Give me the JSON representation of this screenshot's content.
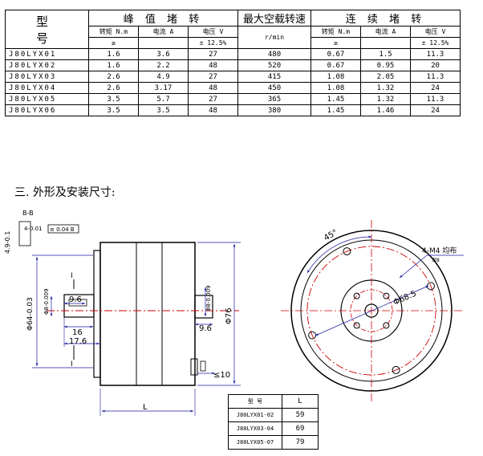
{
  "spec_table": {
    "model_header": "型 号",
    "groups": [
      "峰 值 堵 转",
      "最大空载转速",
      "连 续 堵 转"
    ],
    "sub_headers": [
      "转矩 N.m",
      "电流 A",
      "电压 V",
      "r/min",
      "转矩 N.m",
      "电流 A",
      "电压 V"
    ],
    "limits": [
      "≥",
      "",
      "± 12.5%",
      "",
      "≥",
      "",
      "± 12.5%"
    ],
    "rows": [
      [
        "J80LYX01",
        "1.6",
        "3.6",
        "27",
        "480",
        "0.67",
        "1.5",
        "11.3"
      ],
      [
        "J80LYX02",
        "1.6",
        "2.2",
        "48",
        "520",
        "0.67",
        "0.95",
        "20"
      ],
      [
        "J80LYX03",
        "2.6",
        "4.9",
        "27",
        "415",
        "1.08",
        "2.05",
        "11.3"
      ],
      [
        "J80LYX04",
        "2.6",
        "3.17",
        "48",
        "450",
        "1.08",
        "1.32",
        "24"
      ],
      [
        "J80LYX05",
        "3.5",
        "5.7",
        "27",
        "365",
        "1.45",
        "1.32",
        "11.3"
      ],
      [
        "J80LYX06",
        "3.5",
        "3.5",
        "48",
        "380",
        "1.45",
        "1.46",
        "24"
      ]
    ]
  },
  "section_title": "三. 外形及安装尺寸:",
  "side_view": {
    "section_label": "B-B",
    "keyway_width": "4-0.01",
    "keyway_depth": "4.9-0.1",
    "tolerance_box": "≡ 0.04 B",
    "pilot_diameter": "Φ64-0.03",
    "shaft_diameter": "Φ8-0.009",
    "shaft_diameter_right": "Φ8-0.009",
    "dim_9_6_left": "9.6",
    "dim_16": "16",
    "dim_17_6": "17.6",
    "dim_9_6_right": "9.6",
    "dim_76": "Φ76",
    "dim_10": "≤10",
    "dim_L": "L",
    "marker_top": "I",
    "marker_bottom": "I"
  },
  "front_view": {
    "angle_label": "45°",
    "holes_label": "4-M4 均布",
    "holes_sublabel": "深8",
    "circle_diameter": "Φ68.5"
  },
  "length_table": {
    "header_model": "型 号",
    "header_value": "L",
    "rows": [
      [
        "J80LYX01-02",
        "59"
      ],
      [
        "J80LYX03-04",
        "69"
      ],
      [
        "J80LYX05-07",
        "79"
      ]
    ]
  }
}
